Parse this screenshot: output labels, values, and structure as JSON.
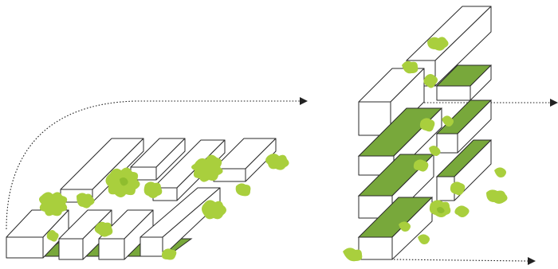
{
  "figure": {
    "description_free": true,
    "colors": {
      "foliage_light": "#a9cf3d",
      "foliage_dark": "#8fbd2e",
      "green_surface": "#78a83b",
      "outline": "#2a2a2a",
      "background": "#ffffff"
    },
    "panels": [
      {
        "id": "horizontal-woven",
        "arrow": "curved-dotted-arrow"
      },
      {
        "id": "vertical-stacked",
        "arrows": [
          "dotted-arrow-right-upper",
          "dotted-arrow-right-lower"
        ]
      }
    ]
  }
}
